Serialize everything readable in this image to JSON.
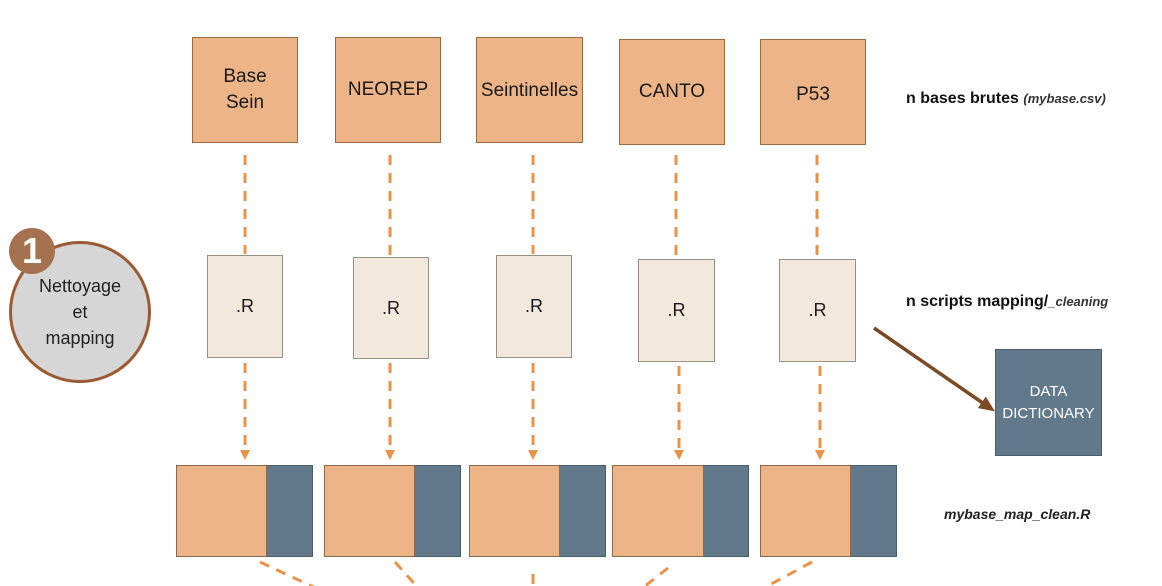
{
  "sources": [
    {
      "label": "Base\nSein"
    },
    {
      "label": "NEOREP"
    },
    {
      "label": "Seintinelles"
    },
    {
      "label": "CANTO"
    },
    {
      "label": "P53"
    }
  ],
  "scripts": [
    {
      "label": ".R"
    },
    {
      "label": ".R"
    },
    {
      "label": ".R"
    },
    {
      "label": ".R"
    },
    {
      "label": ".R"
    }
  ],
  "row_labels": {
    "bases_main": "n bases brutes",
    "bases_note": "(mybase.csv)",
    "scripts_main": "n scripts mapping/",
    "scripts_note": "_cleaning",
    "outputs": "mybase_map_clean.R"
  },
  "dictionary": {
    "label": "DATA\nDICTIONARY"
  },
  "step": {
    "number": "1",
    "label": "Nettoyage\net\nmapping"
  },
  "colors": {
    "source_fill": "#edb587",
    "script_fill": "#f2e8dc",
    "slate": "#61798a",
    "dash": "#e8934a",
    "arrow_brown": "#7a4a22"
  }
}
